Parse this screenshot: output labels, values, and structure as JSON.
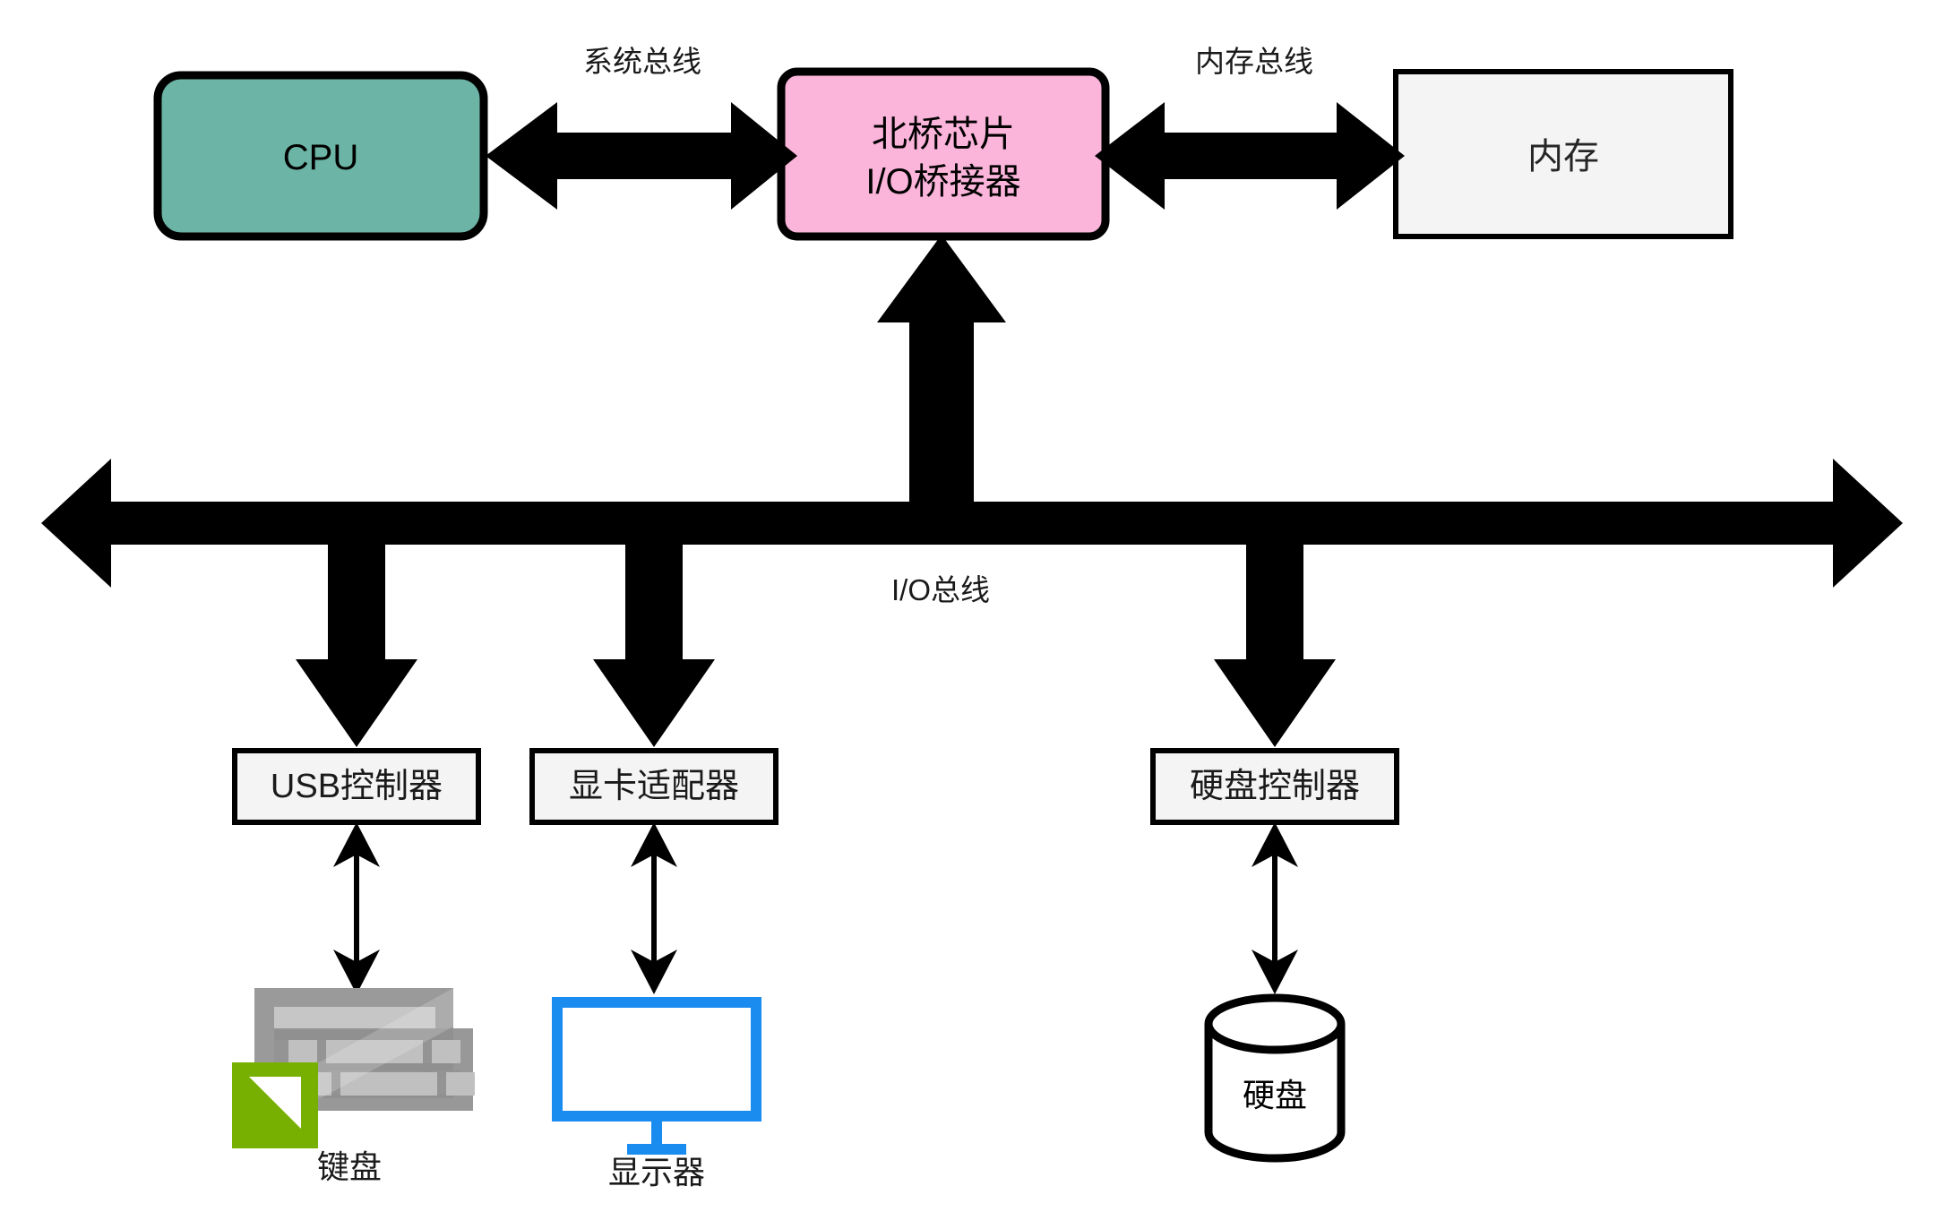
{
  "diagram": {
    "title": "computer-architecture-bus-diagram",
    "colors": {
      "cpu_fill": "#6cb4a5",
      "northbridge_fill": "#fbb4da",
      "memory_fill": "#f4f4f4",
      "controller_fill": "#f4f4f4",
      "bus_black": "#000000",
      "monitor_blue": "#1a8cf0",
      "keyboard_gray": "#9a9a9a",
      "keyboard_key_gray": "#c4c4c4",
      "keyboard_accent_green": "#77b000",
      "disk_outline": "#000000"
    },
    "nodes": {
      "cpu": {
        "label": "CPU"
      },
      "northbridge": {
        "line1": "北桥芯片",
        "line2": "I/O桥接器"
      },
      "memory": {
        "label": "内存"
      },
      "usb_controller": {
        "label": "USB控制器"
      },
      "graphics_adapter": {
        "label": "显卡适配器"
      },
      "disk_controller": {
        "label": "硬盘控制器"
      },
      "keyboard": {
        "label": "键盘"
      },
      "monitor": {
        "label": "显示器"
      },
      "harddisk": {
        "label": "硬盘"
      }
    },
    "buses": {
      "system_bus": {
        "label": "系统总线"
      },
      "memory_bus": {
        "label": "内存总线"
      },
      "io_bus": {
        "label": "I/O总线"
      }
    }
  }
}
